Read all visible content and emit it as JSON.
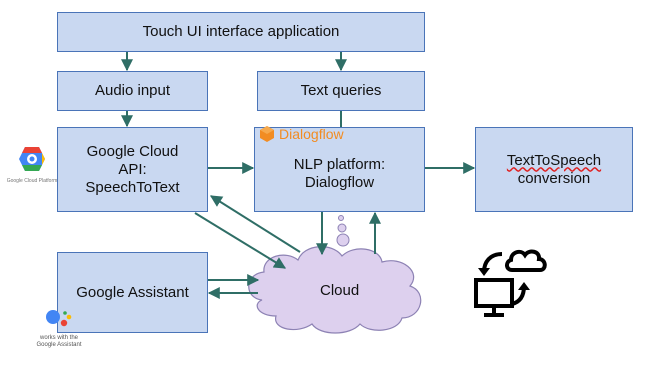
{
  "touch_ui": "Touch UI interface application",
  "audio_input": "Audio input",
  "text_queries": "Text queries",
  "google_cloud": {
    "line1": "Google Cloud",
    "line2": "API:",
    "line3": "SpeechToText"
  },
  "nlp": {
    "logo_text": "Dialogflow",
    "line1": "NLP platform:",
    "line2": "Dialogflow"
  },
  "tts": {
    "line1": "TextToSpeech",
    "line2": "conversion"
  },
  "assistant": "Google Assistant",
  "cloud": "Cloud",
  "gcp_logo_caption": "Google Cloud Platform",
  "ga_logo_caption": {
    "line1": "works with the",
    "line2": "Google Assistant"
  },
  "colors": {
    "box_fill": "#c9d8f1",
    "box_border": "#4a74b8",
    "arrow": "#2f6e66",
    "cloud_fill": "#ddd0ee",
    "cloud_stroke": "#8d82b4",
    "dialogflow": "#f28c22"
  }
}
